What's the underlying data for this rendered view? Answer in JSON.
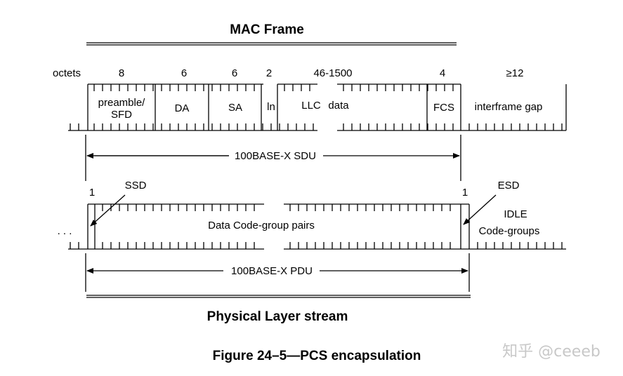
{
  "mac_frame": {
    "title": "MAC Frame",
    "octets_label": "octets",
    "octet_counts": [
      "8",
      "6",
      "6",
      "2",
      "46-1500",
      "4",
      "≥12"
    ],
    "fields": {
      "preamble_line1": "preamble/",
      "preamble_line2": "SFD",
      "da": "DA",
      "sa": "SA",
      "ln": "ln",
      "llc": "LLC",
      "data": "data",
      "fcs": "FCS",
      "interframe_gap": "interframe gap"
    },
    "sdu_label": "100BASE-X SDU"
  },
  "pcs": {
    "ssd_label": "SSD",
    "esd_label": "ESD",
    "one_left": "1",
    "one_right": "1",
    "ellipsis": ". . .",
    "data_pairs": "Data Code-group pairs",
    "idle_line1": "IDLE",
    "idle_line2": "Code-groups",
    "pdu_label": "100BASE-X PDU"
  },
  "stream_title": "Physical Layer stream",
  "caption": "Figure 24–5—PCS encapsulation",
  "watermark": "知乎 @ceeeb"
}
